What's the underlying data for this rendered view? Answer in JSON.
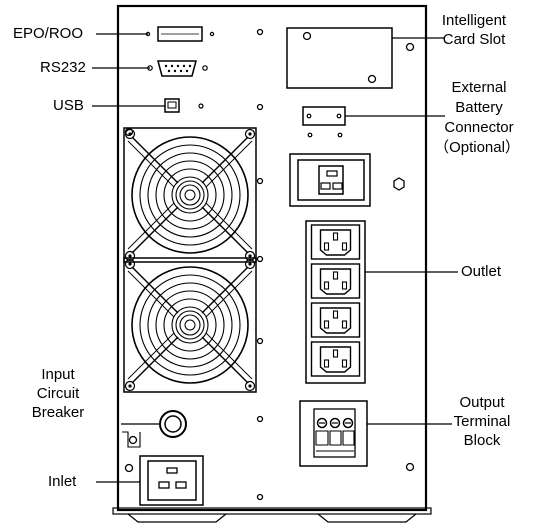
{
  "labels": {
    "epo_roo": "EPO/ROO",
    "rs232": "RS232",
    "usb": "USB",
    "input_breaker": [
      "Input",
      "Circuit",
      "Breaker"
    ],
    "inlet": "Inlet",
    "card_slot": [
      "Intelligent",
      "Card Slot"
    ],
    "battery_connector": [
      "External",
      "Battery",
      "Connector",
      "（Optional）"
    ],
    "outlet": "Outlet",
    "output_terminal": [
      "Output",
      "Terminal",
      "Block"
    ]
  }
}
